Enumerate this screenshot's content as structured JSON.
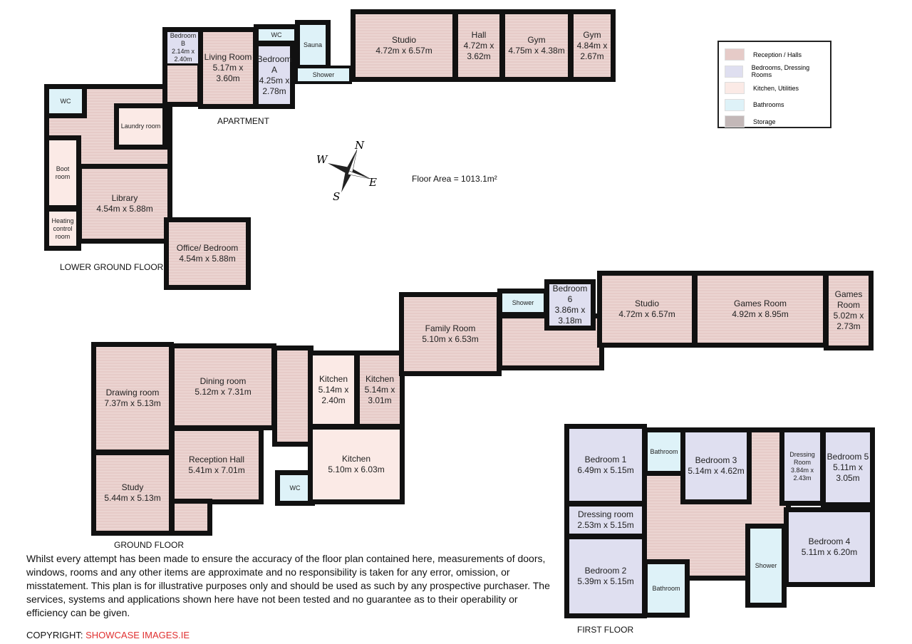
{
  "legend": [
    {
      "label": "Reception / Halls",
      "color": "#e6cbc8"
    },
    {
      "label": "Bedrooms, Dressing Rooms",
      "color": "#dfdff0"
    },
    {
      "label": "Kitchen, Utilities",
      "color": "#fbeae6"
    },
    {
      "label": "Bathrooms",
      "color": "#def2f8"
    },
    {
      "label": "Storage",
      "color": "#c3b8b8"
    }
  ],
  "compass": {
    "n": "N",
    "e": "E",
    "s": "S",
    "w": "W"
  },
  "floor_area": "Floor Area = 1013.1m²",
  "lower_ground": {
    "title": "LOWER GROUND FLOOR",
    "apartment": "APARTMENT",
    "rooms": {
      "bedroom_b": {
        "name": "Bedroom B",
        "dims": "2.14m x 2.40m"
      },
      "living": {
        "name": "Living Room",
        "dims": "5.17m x 3.60m"
      },
      "bedroom_a": {
        "name": "Bedroom A",
        "dims": "4.25m x 2.78m"
      },
      "wc1": {
        "name": "WC"
      },
      "sauna": {
        "name": "Sauna"
      },
      "shower": {
        "name": "Shower"
      },
      "studio": {
        "name": "Studio",
        "dims": "4.72m x 6.57m"
      },
      "hall": {
        "name": "Hall",
        "dims": "4.72m x 3.62m"
      },
      "gym1": {
        "name": "Gym",
        "dims": "4.75m x 4.38m"
      },
      "gym2": {
        "name": "Gym",
        "dims": "4.84m x 2.67m"
      },
      "wc2": {
        "name": "WC"
      },
      "laundry": {
        "name": "Laundry room"
      },
      "boot": {
        "name": "Boot room"
      },
      "library": {
        "name": "Library",
        "dims": "4.54m x 5.88m"
      },
      "heating": {
        "name": "Heating control room"
      },
      "office": {
        "name": "Office/ Bedroom",
        "dims": "4.54m x 5.88m"
      }
    }
  },
  "ground": {
    "title": "GROUND FLOOR",
    "rooms": {
      "drawing": {
        "name": "Drawing room",
        "dims": "7.37m x 5.13m"
      },
      "study": {
        "name": "Study",
        "dims": "5.44m x 5.13m"
      },
      "dining": {
        "name": "Dining room",
        "dims": "5.12m x 7.31m"
      },
      "reception": {
        "name": "Reception Hall",
        "dims": "5.41m x 7.01m"
      },
      "wc": {
        "name": "WC"
      },
      "kitchen1": {
        "name": "Kitchen",
        "dims": "5.14m x 2.40m"
      },
      "kitchen2": {
        "name": "Kitchen",
        "dims": "5.14m x 3.01m"
      },
      "kitchen3": {
        "name": "Kitchen",
        "dims": "5.10m x 6.03m"
      },
      "family": {
        "name": "Family Room",
        "dims": "5.10m x 6.53m"
      },
      "shower": {
        "name": "Shower"
      },
      "bedroom6": {
        "name": "Bedroom 6",
        "dims": "3.86m x 3.18m"
      },
      "studio": {
        "name": "Studio",
        "dims": "4.72m x 6.57m"
      },
      "games1": {
        "name": "Games Room",
        "dims": "4.92m x 8.95m"
      },
      "games2": {
        "name": "Games Room",
        "dims": "5.02m x 2.73m"
      }
    }
  },
  "first": {
    "title": "FIRST FLOOR",
    "rooms": {
      "bedroom1": {
        "name": "Bedroom 1",
        "dims": "6.49m x 5.15m"
      },
      "dressing1": {
        "name": "Dressing room",
        "dims": "2.53m x 5.15m"
      },
      "bedroom2": {
        "name": "Bedroom 2",
        "dims": "5.39m x 5.15m"
      },
      "bath1": {
        "name": "Bathroom"
      },
      "bath2": {
        "name": "Bathroom"
      },
      "bedroom3": {
        "name": "Bedroom 3",
        "dims": "5.14m x 4.62m"
      },
      "dressing2": {
        "name": "Dressing Room",
        "dims": "3.84m x 2.43m"
      },
      "bedroom5": {
        "name": "Bedroom 5",
        "dims": "5.11m x 3.05m"
      },
      "bedroom4": {
        "name": "Bedroom 4",
        "dims": "5.11m x 6.20m"
      },
      "shower": {
        "name": "Shower"
      }
    }
  },
  "disclaimer": "Whilst every attempt has been made to ensure the accuracy of the floor plan contained here, measurements of doors, windows, rooms and any other items are approximate and no responsibility is taken for any error, omission, or misstatement. This plan is for illustrative purposes only and should be used as such by any prospective purchaser. The services, systems and applications shown here have not been tested and no guarantee as to their operability or efficiency can be given.",
  "copyright": {
    "prefix": "COPYRIGHT: ",
    "brand": "SHOWCASE IMAGES.IE"
  }
}
